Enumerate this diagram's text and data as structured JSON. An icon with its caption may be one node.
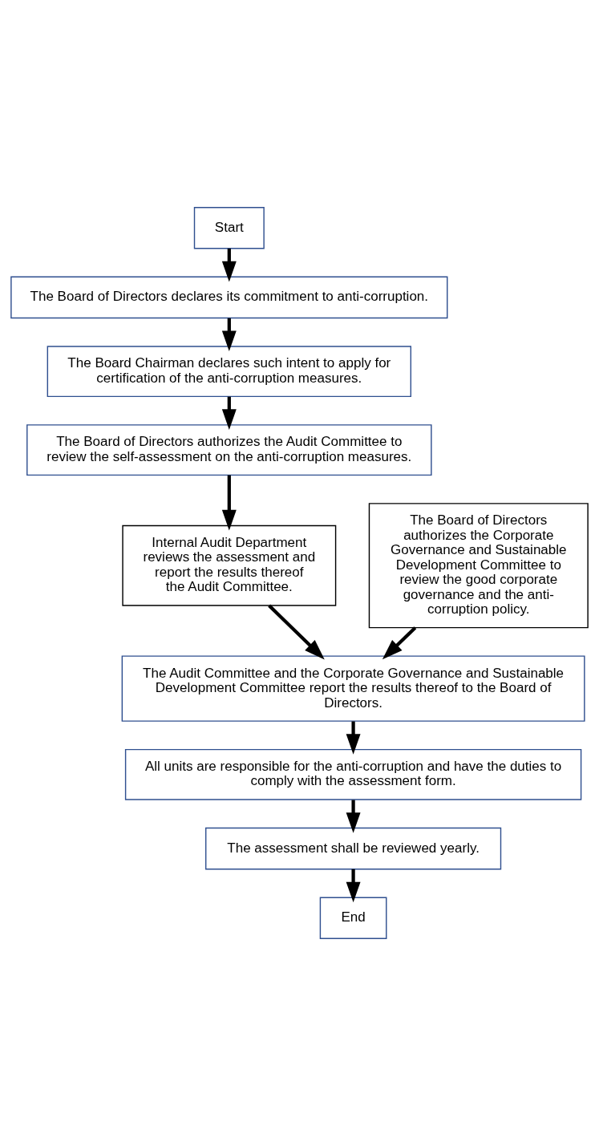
{
  "diagram": {
    "nodes": [
      {
        "text": [
          "Start"
        ]
      },
      {
        "text": [
          "The Board of Directors declares its commitment to anti-corruption."
        ]
      },
      {
        "text": [
          "The Board Chairman declares such intent to apply for certification of the anti-corruption measures."
        ]
      },
      {
        "text": [
          "The Board of Directors authorizes the Audit Committee to review the self-assessment on the anti-corruption measures."
        ]
      },
      {
        "text": [
          "Internal Audit Department reviews the assessment and report the results thereof the Audit Committee."
        ]
      },
      {
        "text": [
          "The Board of Directors authorizes the Corporate Governance and Sustainable Development Committee to review the good corporate governance and the anti-corruption policy."
        ]
      },
      {
        "text": [
          "The Audit Committee and the Corporate Governance and Sustainable Development Committee report the results thereof to the Board of Directors."
        ]
      },
      {
        "text": [
          "All units are responsible for the anti-corruption and have the duties to comply with the assessment form."
        ]
      },
      {
        "text": [
          "The assessment shall be reviewed yearly."
        ]
      },
      {
        "text": [
          "End"
        ]
      }
    ],
    "edges": [
      {
        "from": 0,
        "to": 1,
        "arrow": "to"
      },
      {
        "from": 1,
        "to": 2,
        "arrow": "to"
      },
      {
        "from": 2,
        "to": 3,
        "arrow": "to"
      },
      {
        "from": 3,
        "to": 4,
        "arrow": "to"
      },
      {
        "from": 4,
        "to": 6,
        "arrow": "to"
      },
      {
        "from": 5,
        "to": 6,
        "arrow": "to"
      },
      {
        "from": 6,
        "to": 7,
        "arrow": "to"
      },
      {
        "from": 7,
        "to": 8,
        "arrow": "to"
      },
      {
        "from": 8,
        "to": 9,
        "arrow": "to"
      }
    ]
  }
}
